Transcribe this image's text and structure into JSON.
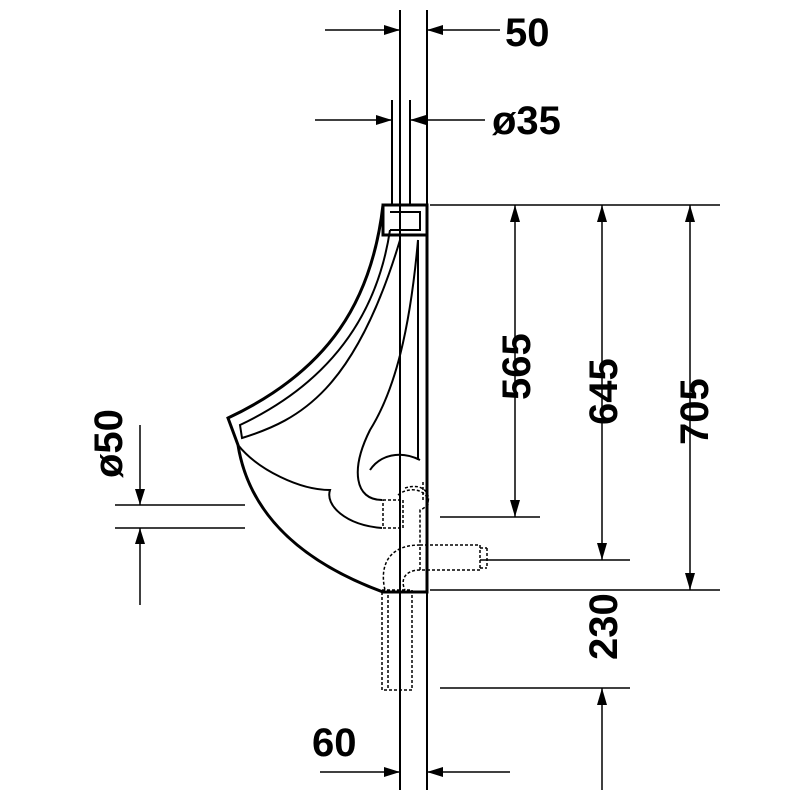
{
  "dimensions": {
    "d50_top": "50",
    "d35": "ø35",
    "d565": "565",
    "d645": "645",
    "d705": "705",
    "d50_side": "ø50",
    "d230": "230",
    "d60": "60"
  }
}
